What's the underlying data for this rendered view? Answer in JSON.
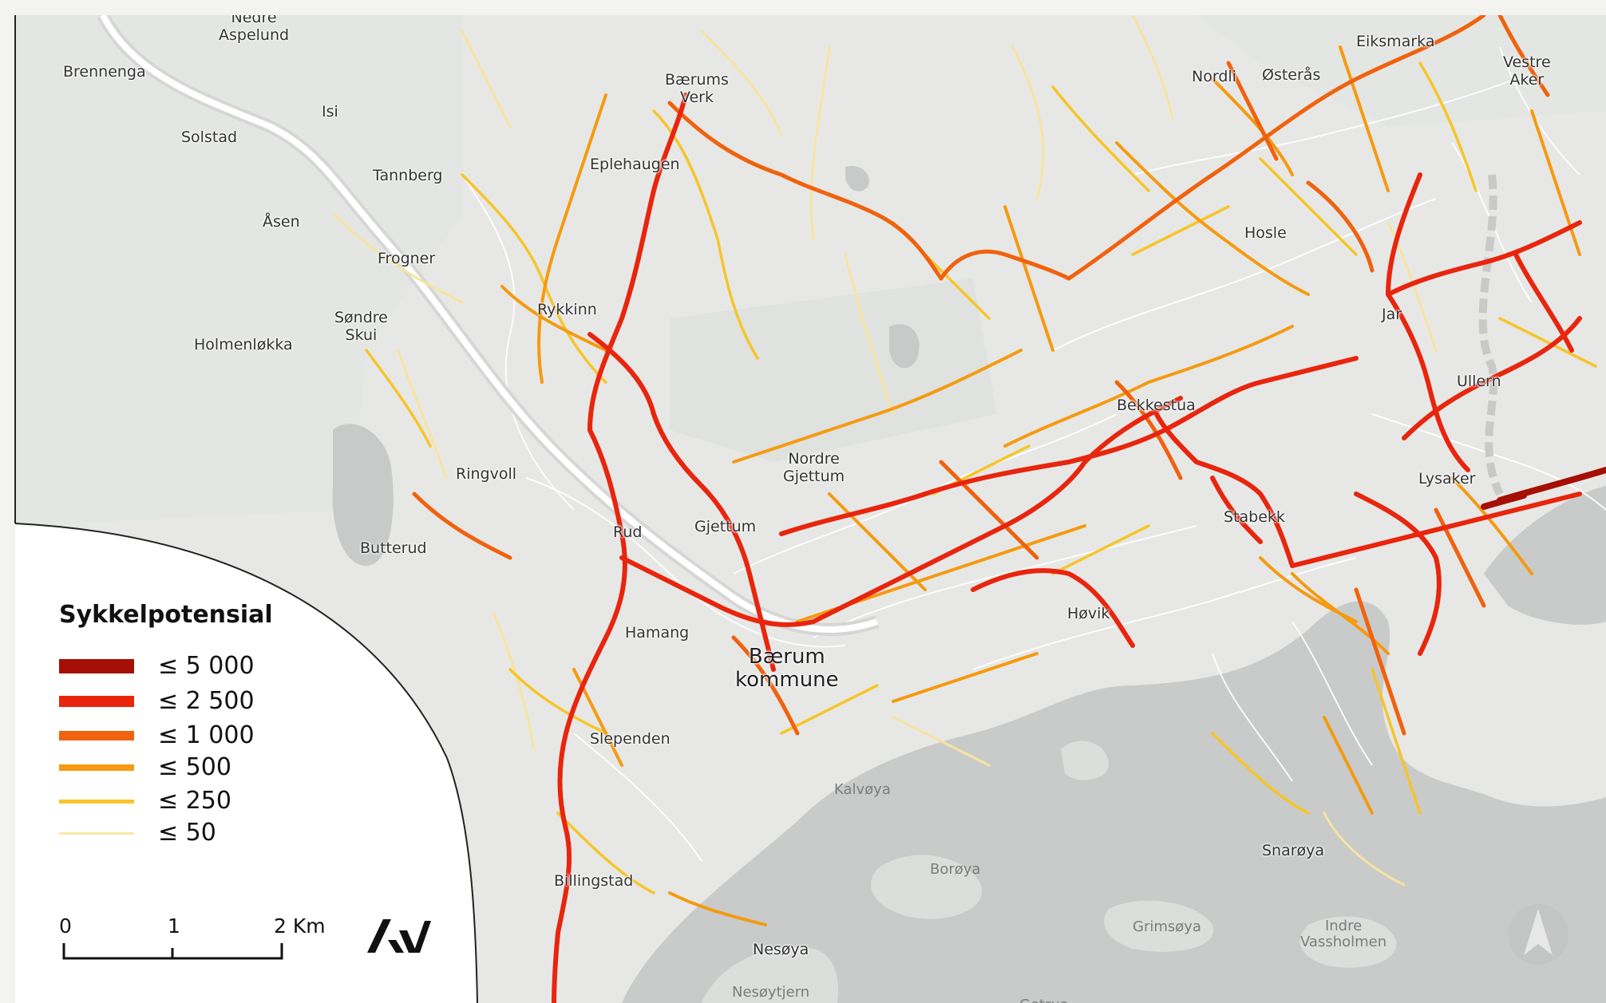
{
  "legend": {
    "title": "Sykkelpotensial",
    "classes": [
      {
        "label": "≤ 5 000",
        "color": "#a50f05"
      },
      {
        "label": "≤ 2 500",
        "color": "#e8250d"
      },
      {
        "label": "≤ 1 000",
        "color": "#f0620e"
      },
      {
        "label": "≤ 500",
        "color": "#f59a11"
      },
      {
        "label": "≤ 250",
        "color": "#f7c52a"
      },
      {
        "label": "≤ 50",
        "color": "#f8e8a8"
      }
    ]
  },
  "scale_bar": {
    "labels": [
      "0",
      "1",
      "2 Km"
    ]
  },
  "logo_text": "AV",
  "places": [
    {
      "name": "Nedre\nAspelund"
    },
    {
      "name": "Brennenga"
    },
    {
      "name": "Isi"
    },
    {
      "name": "Solstad"
    },
    {
      "name": "Tannberg"
    },
    {
      "name": "Åsen"
    },
    {
      "name": "Frogner"
    },
    {
      "name": "Søndre\nSkui"
    },
    {
      "name": "Holmenløkka"
    },
    {
      "name": "Ringvoll"
    },
    {
      "name": "Butterud"
    },
    {
      "name": "Bærums\nVerk"
    },
    {
      "name": "Eplehaugen"
    },
    {
      "name": "Rykkinn"
    },
    {
      "name": "Rud"
    },
    {
      "name": "Gjettum"
    },
    {
      "name": "Nordre\nGjettum"
    },
    {
      "name": "Hamang"
    },
    {
      "name": "Bærum\nkommune"
    },
    {
      "name": "Slependen"
    },
    {
      "name": "Billingstad"
    },
    {
      "name": "Nesøya"
    },
    {
      "name": "Nesøytjern"
    },
    {
      "name": "Kalvøya"
    },
    {
      "name": "Borøya"
    },
    {
      "name": "Grimsøya"
    },
    {
      "name": "Indre\nVassholmen"
    },
    {
      "name": "Snarøya"
    },
    {
      "name": "Høvik"
    },
    {
      "name": "Stabekk"
    },
    {
      "name": "Lysaker"
    },
    {
      "name": "Bekkestua"
    },
    {
      "name": "Hosle"
    },
    {
      "name": "Jar"
    },
    {
      "name": "Ullern"
    },
    {
      "name": "Nordli"
    },
    {
      "name": "Østerås"
    },
    {
      "name": "Eiksmarka"
    },
    {
      "name": "Vestre\nAker"
    },
    {
      "name": "Getrua"
    }
  ]
}
